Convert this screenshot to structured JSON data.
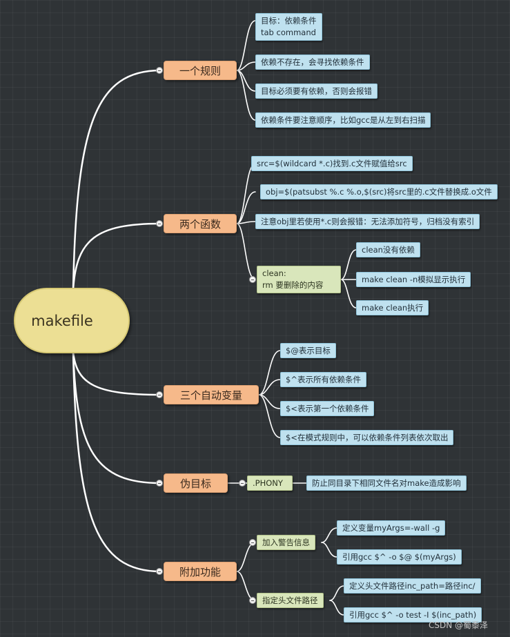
{
  "root": "makefile",
  "branches": [
    {
      "label": "一个规则",
      "children": [
        {
          "text": "目标：依赖条件\ntab command"
        },
        {
          "text": "依赖不存在，会寻找依赖条件"
        },
        {
          "text": "目标必须要有依赖，否则会报错"
        },
        {
          "text": "依赖条件要注意顺序，比如gcc是从左到右扫描"
        }
      ]
    },
    {
      "label": "两个函数",
      "children": [
        {
          "text": "src=$(wildcard *.c)找到.c文件赋值给src"
        },
        {
          "text": "obj=$(patsubst %.c %.o,$(src)将src里的.c文件替换成.o文件"
        },
        {
          "text": "注意obj里若使用*.c则会报错：无法添加符号，归档没有索引"
        },
        {
          "text": "clean:\nrm 要删除的内容",
          "children": [
            "clean没有依赖",
            "make clean -n模拟显示执行",
            "make clean执行"
          ]
        }
      ]
    },
    {
      "label": "三个自动变量",
      "children": [
        {
          "text": "$@表示目标"
        },
        {
          "text": "$^表示所有依赖条件"
        },
        {
          "text": "$<表示第一个依赖条件"
        },
        {
          "text": "$<在模式规则中，可以依赖条件列表依次取出"
        }
      ]
    },
    {
      "label": "伪目标",
      "children": [
        {
          "text": ".PHONY",
          "children": [
            "防止同目录下相同文件名对make造成影响"
          ]
        }
      ]
    },
    {
      "label": "附加功能",
      "children": [
        {
          "text": "加入警告信息",
          "children": [
            "定义变量myArgs=-wall -g",
            "引用gcc $^ -o $@ $(myArgs)"
          ]
        },
        {
          "text": "指定头文件路径",
          "children": [
            "定义头文件路径inc_path=路径inc/",
            "引用gcc $^ -o test -I $(inc_path)"
          ]
        }
      ]
    }
  ],
  "watermark": "CSDN @蜀黍泽",
  "colors": {
    "background": "#2f3336",
    "root": "#ecdf94",
    "main_topic": "#f6b98a",
    "subtopic": "#bfe1ef",
    "group_topic": "#d9e6bb",
    "connector": "#ffffff"
  }
}
